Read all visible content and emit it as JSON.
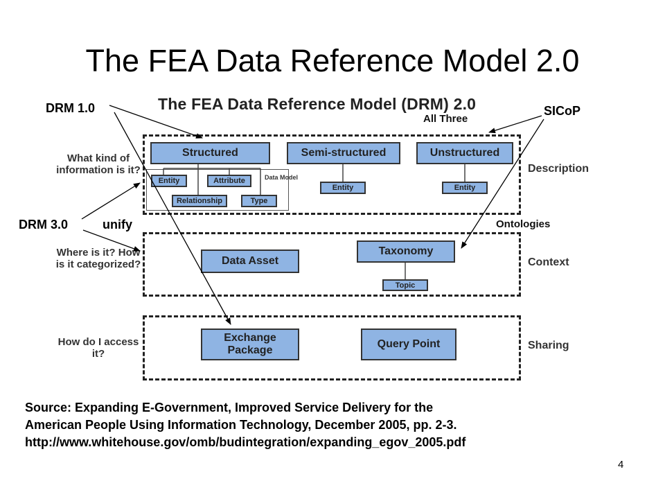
{
  "slide": {
    "title": "The FEA Data Reference Model 2.0",
    "page_number": "4"
  },
  "diagram": {
    "title": "The FEA Data Reference Model (DRM) 2.0",
    "bands": {
      "description": {
        "question": "What kind of information is it?",
        "label": "Description",
        "boxes": {
          "structured": "Structured",
          "semi_structured": "Semi-structured",
          "unstructured": "Unstructured",
          "entity_1": "Entity",
          "attribute": "Attribute",
          "relationship": "Relationship",
          "type": "Type",
          "entity_2": "Entity",
          "entity_3": "Entity"
        },
        "data_model_label": "Data Model"
      },
      "context": {
        "question": "Where is it? How is it categorized?",
        "label": "Context",
        "boxes": {
          "data_asset": "Data Asset",
          "taxonomy": "Taxonomy",
          "topic": "Topic"
        }
      },
      "sharing": {
        "question": "How do I access it?",
        "label": "Sharing",
        "boxes": {
          "exchange_package": "Exchange Package",
          "query_point": "Query Point"
        }
      }
    }
  },
  "annotations": {
    "drm_1": "DRM 1.0",
    "drm_3": "DRM 3.0",
    "unify": "unify",
    "sicop": "SICoP",
    "all_three": "All Three",
    "ontologies": "Ontologies"
  },
  "source": {
    "line1": "Source: Expanding E-Government, Improved Service Delivery for the",
    "line2": "American People Using Information Technology, December 2005, pp. 2-3.",
    "line3": "http://www.whitehouse.gov/omb/budintegration/expanding_egov_2005.pdf"
  },
  "colors": {
    "box_fill": "#8fb4e3",
    "text": "#000000"
  }
}
